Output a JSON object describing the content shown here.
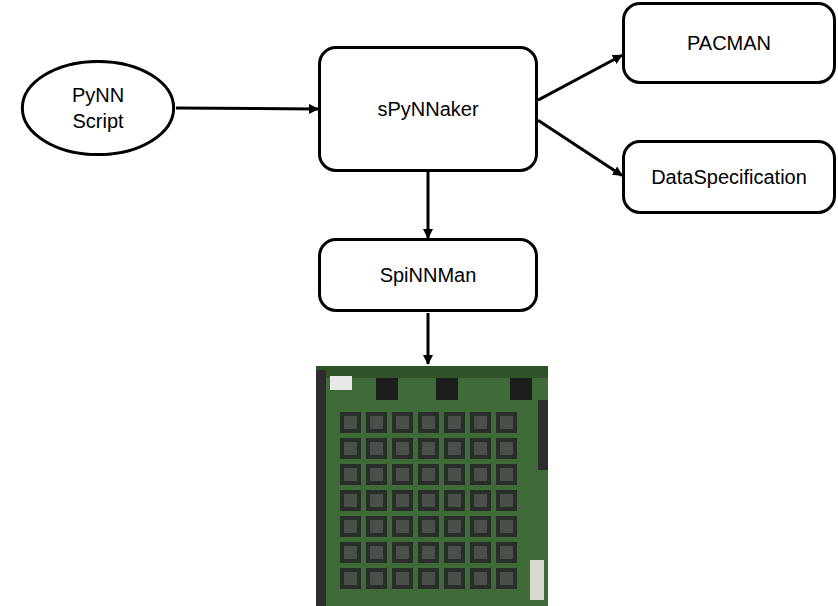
{
  "diagram": {
    "nodes": [
      {
        "text": [
          "PyNN Script"
        ]
      },
      {
        "text": [
          "sPyNNaker"
        ]
      },
      {
        "text": [
          "PACMAN"
        ]
      },
      {
        "text": [
          "DataSpecification"
        ]
      },
      {
        "text": [
          "SpiNNMan"
        ]
      }
    ],
    "edges": [
      {
        "from": 0,
        "to": 1,
        "arrow": "to"
      },
      {
        "from": 1,
        "to": 2,
        "arrow": "to"
      },
      {
        "from": 1,
        "to": 3,
        "arrow": "to"
      },
      {
        "from": 1,
        "to": 4,
        "arrow": "to"
      }
    ]
  }
}
